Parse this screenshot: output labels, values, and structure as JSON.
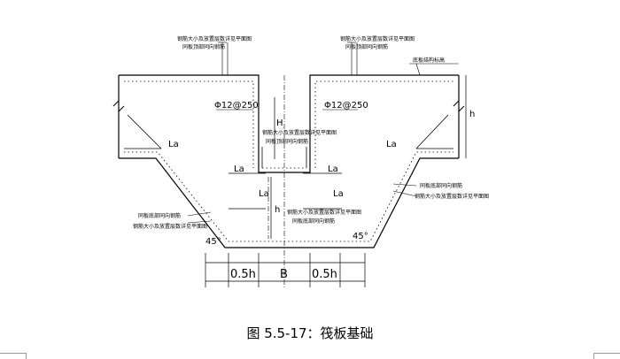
{
  "figure": {
    "caption": "图 5.5-17：筏板基础",
    "labels": {
      "note_top_left_1": "钢筋大小及放置层数详见平面图",
      "note_top_left_2": "同板顶部同向钢筋",
      "note_top_right_1": "钢筋大小及放置层数详见平面图",
      "note_top_right_2": "同板顶部同向钢筋",
      "note_slab_top": "底板结构标高",
      "rebar_left": "Φ12@250",
      "rebar_right": "Φ12@250",
      "note_center_1": "钢筋大小及放置层数详见平面图",
      "note_center_2": "同板顶部同向钢筋",
      "note_bottom_center_1": "钢筋大小及放置层数详见平面图",
      "note_bottom_center_2": "同板底部同向钢筋",
      "note_left_1": "同板底部同向钢筋",
      "note_left_2": "钢筋大小及放置层数详见平面图",
      "note_right_1": "同板底部同向钢筋",
      "note_right_2": "钢筋大小及放置层数详见平面图",
      "la": "La",
      "h": "h",
      "H": "H",
      "angle": "45°",
      "dim_left": "0.5h",
      "dim_center": "B",
      "dim_right": "0.5h"
    }
  }
}
